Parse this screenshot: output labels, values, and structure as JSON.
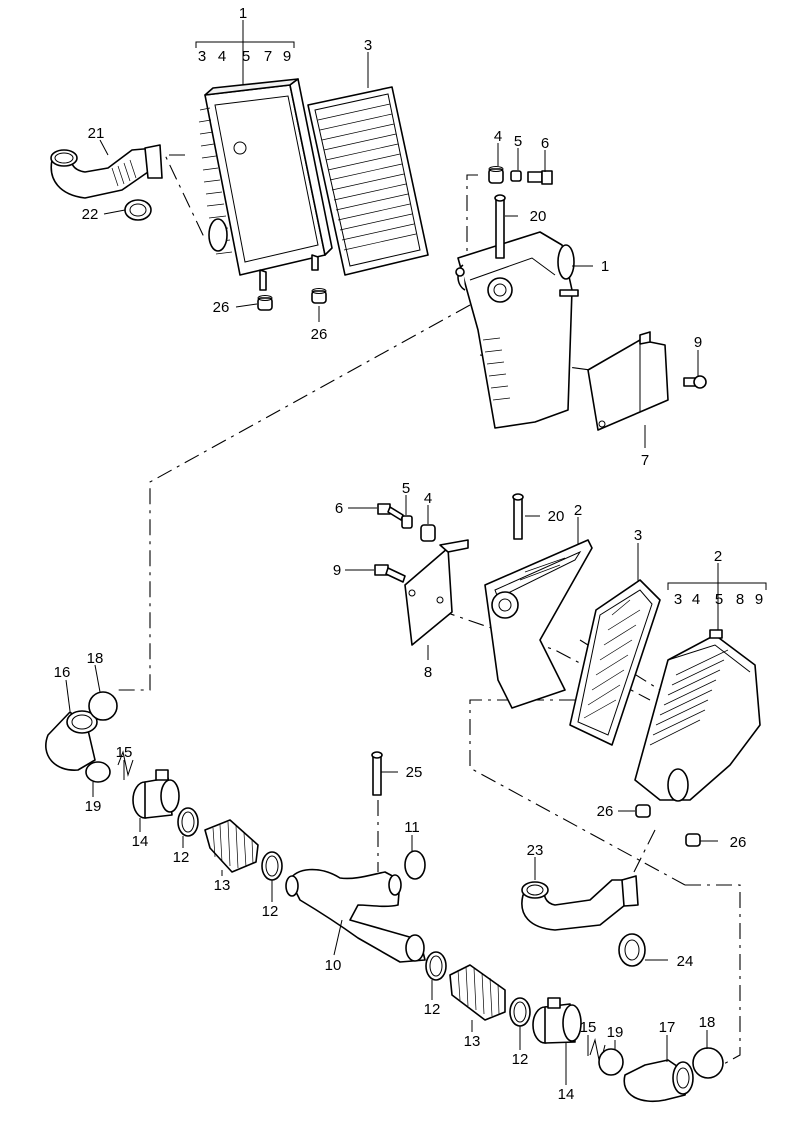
{
  "diagram": {
    "callouts": {
      "c1_top": "1",
      "c1_top_sub": [
        "3",
        "4",
        "5",
        "7",
        "9"
      ],
      "c3_top": "3",
      "c4_top": "4",
      "c5_top": "5",
      "c6_top": "6",
      "c20_top": "20",
      "c1_housing": "1",
      "c9_top": "9",
      "c7": "7",
      "c21": "21",
      "c22": "22",
      "c26_a": "26",
      "c26_b": "26",
      "c6_mid": "6",
      "c5_mid": "5",
      "c4_mid": "4",
      "c9_mid": "9",
      "c8": "8",
      "c20_mid": "20",
      "c2_mid": "2",
      "c3_mid": "3",
      "c2_right": "2",
      "c2_right_sub": [
        "3",
        "4",
        "5",
        "8",
        "9"
      ],
      "c26_c": "26",
      "c26_d": "26",
      "c23": "23",
      "c24": "24",
      "c16": "16",
      "c18_left": "18",
      "c15_left": "15",
      "c19_left": "19",
      "c14_left": "14",
      "c12_a": "12",
      "c13_left": "13",
      "c12_b": "12",
      "c25": "25",
      "c11": "11",
      "c10": "10",
      "c12_c": "12",
      "c13_right": "13",
      "c12_d": "12",
      "c14_right": "14",
      "c15_right": "15",
      "c19_right": "19",
      "c17": "17",
      "c18_right": "18"
    }
  }
}
